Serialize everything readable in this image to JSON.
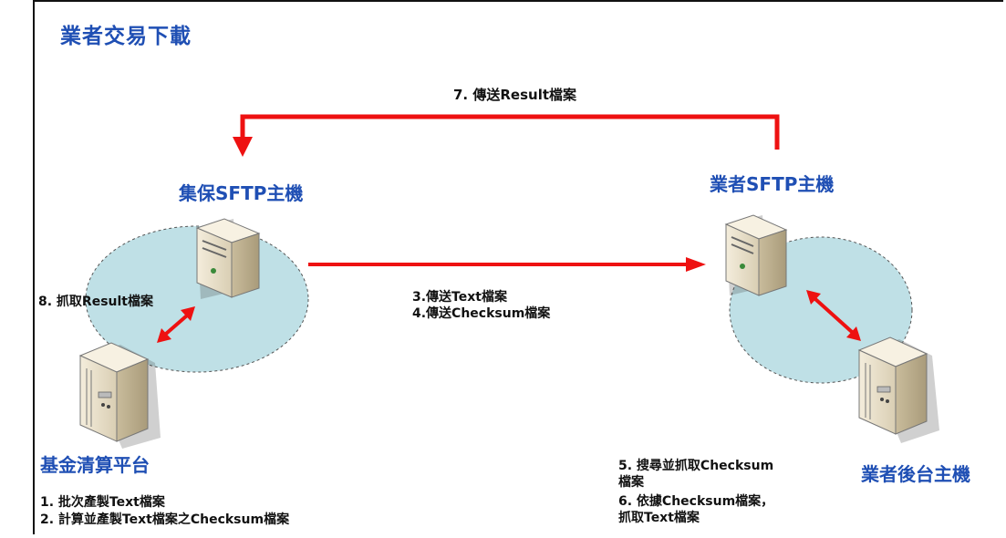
{
  "title": "業者交易下載",
  "nodes": {
    "tdcc_sftp": "集保SFTP主機",
    "vendor_sftp": "業者SFTP主機",
    "fund_platform": "基金清算平台",
    "vendor_backend": "業者後台主機"
  },
  "steps": {
    "step7": "7. 傳送Result檔案",
    "step8": "8. 抓取Result檔案",
    "step3": "3.傳送Text檔案",
    "step4": "4.傳送Checksum檔案",
    "step1": "1. 批次產製Text檔案",
    "step2": "2. 計算並產製Text檔案之Checksum檔案",
    "step5_line1": "5. 搜尋並抓取Checksum",
    "step5_line2": "檔案",
    "step6_line1": "6. 依據Checksum檔案，",
    "step6_line2": "抓取Text檔案"
  },
  "colors": {
    "title_blue": "#1f4fb4",
    "arrow_red": "#ee1111",
    "network_fill": "#bfe0e6",
    "server_body": "#ece3cf"
  }
}
